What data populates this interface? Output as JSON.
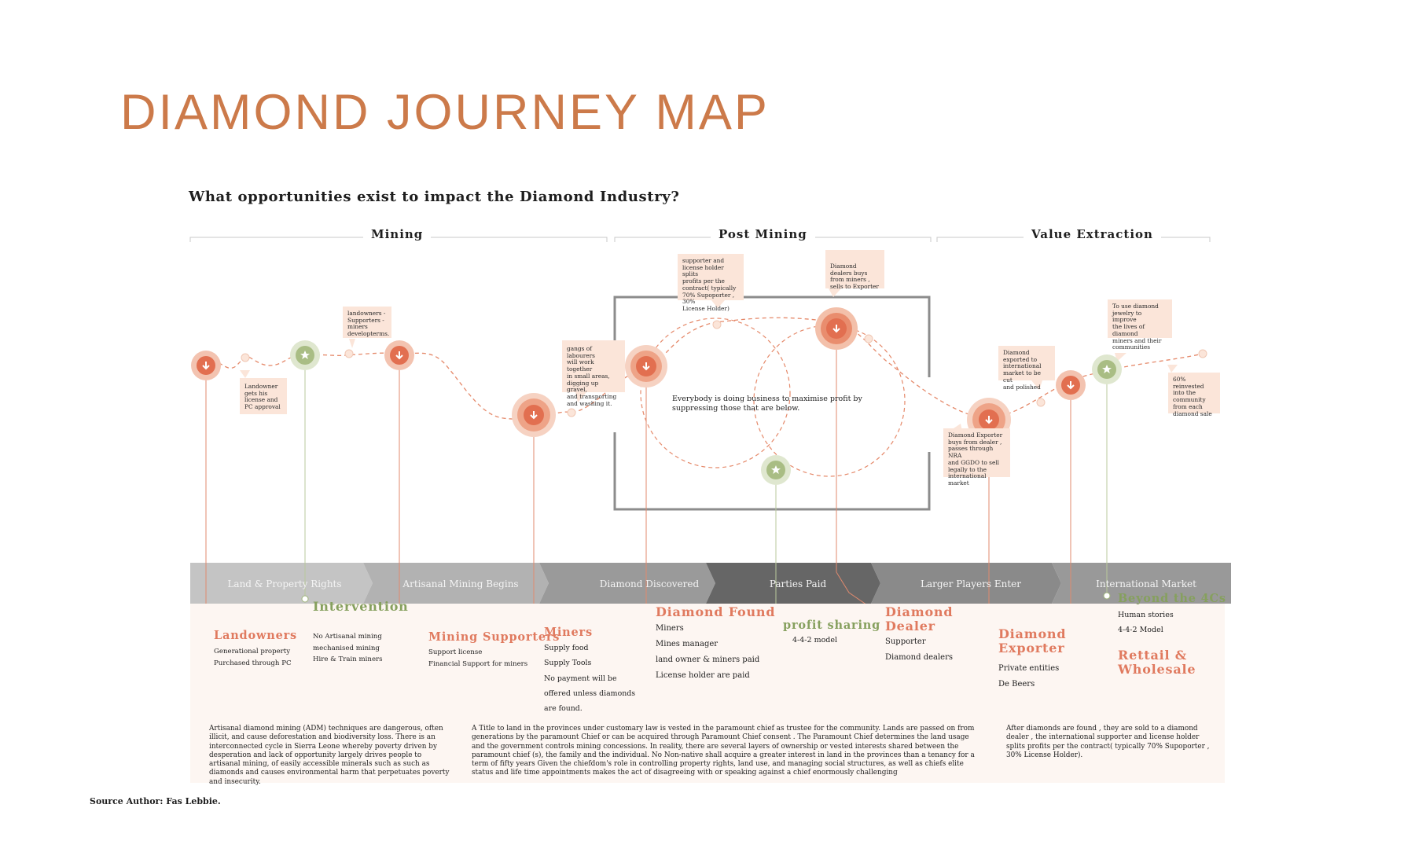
{
  "title": "DIAMOND JOURNEY MAP",
  "subtitle": "What opportunities exist to impact the Diamond Industry?",
  "sections": [
    "Mining",
    "Post Mining",
    "Value Extraction"
  ],
  "colors": {
    "title": "#cc7a4a",
    "accent_orange": "#e07a5f",
    "accent_green": "#86a05e",
    "note_background": "#fbe5d9",
    "band_background": "#fdf6f2",
    "stage_bar": "#8f8f8f"
  },
  "notes": [
    {
      "lines": [
        "landowners -",
        "Supporters -",
        "miners",
        "developterms."
      ]
    },
    {
      "lines": [
        "Landowner",
        "gets his",
        "license and",
        "PC approval"
      ]
    },
    {
      "lines": [
        "gangs of labourers",
        "will work together",
        "in small areas,",
        "digging up gravel,",
        "and transporting",
        "and washing it."
      ]
    },
    {
      "lines": [
        "supporter  and",
        "license holder splits",
        "profits per the",
        "contract( typically",
        "70% Supoporter , 30%",
        "License Holder)"
      ]
    },
    {
      "lines": [
        "Diamond",
        "dealers buys",
        "from miners ,",
        "sells to Exporter"
      ]
    },
    {
      "lines": [
        "Diamond Exporter",
        "buys from dealer ,",
        "passes through NRA",
        "and GGDO to sell",
        "legally to the",
        "international market"
      ]
    },
    {
      "lines": [
        "Diamond",
        "exported to",
        "international",
        "market to be cut",
        "and polished"
      ]
    },
    {
      "lines": [
        "To use diamond",
        "jewelry to improve",
        "the lives of diamond",
        "miners and their",
        "communities"
      ]
    },
    {
      "lines": [
        "60% reinvested",
        "into the",
        "community",
        "from each",
        "diamond sale"
      ]
    }
  ],
  "center_text": "Everybody is doing business to maximise profit by suppressing those that are below.",
  "stages": [
    "Land & Property Rights",
    "Artisanal Mining Begins",
    "Diamond Discovered",
    "Parties Paid",
    "Larger Players Enter",
    "International Market"
  ],
  "actors": [
    {
      "name": "Landowners",
      "items": [
        "Generational property",
        "Purchased through PC"
      ]
    },
    {
      "name": "Intervention",
      "items": [
        "No Artisanal mining",
        "mechanised mining",
        "Hire & Train miners"
      ]
    },
    {
      "name": "Mining Supporters",
      "items": [
        "Support license",
        "Financial Support for miners"
      ]
    },
    {
      "name": "Miners",
      "items": [
        "Supply food",
        "Supply Tools",
        "No payment will be",
        "offered unless diamonds",
        "are found."
      ]
    },
    {
      "name": "Diamond Found",
      "items": [
        "Miners",
        "Mines manager",
        "land owner & miners paid",
        "License holder are paid"
      ]
    },
    {
      "name": "profit sharing",
      "items": [
        "4-4-2 model"
      ]
    },
    {
      "name_lines": [
        "Diamond",
        "Dealer"
      ],
      "items": [
        "Supporter",
        "Diamond dealers"
      ]
    },
    {
      "name_lines": [
        "Diamond",
        "Exporter"
      ],
      "items": [
        "Private entities",
        "De Beers"
      ]
    },
    {
      "name": "Beyond the 4Cs",
      "items": [
        "Human stories",
        "4-4-2 Model"
      ]
    },
    {
      "name_lines": [
        "Rettail &",
        "Wholesale"
      ]
    }
  ],
  "paragraphs": [
    "Artisanal diamond mining (ADM) techniques are dangerous, often illicit, and cause deforestation and biodiversity loss. There is an interconnected cycle in Sierra Leone whereby poverty driven by desperation and lack of opportunity largely drives people to artisanal mining, of easily accessible minerals such as such as diamonds and causes environmental harm that perpetuates poverty and insecurity.",
    "A Title to land in the provinces under customary law is vested in the paramount chief as trustee for the community.   Lands are passed on from generations by the paramount Chief or can be acquired through Paramount  Chief consent . The Paramount  Chief determines the land usage and the  government controls mining concessions. In reality, there are several layers of ownership or vested interests shared between the paramount chief (s), the family and the individual. No Non-native shall acquire a greater interest in land in the provinces than a tenancy for a term of fifty years Given the chiefdom's role in controlling property rights, land use, and managing social structures, as well as chiefs elite status and life time appointments makes the act of disagreeing with or speaking against a chief enormously challenging",
    "After diamonds are found , they are sold to a diamond dealer , the international supporter  and license holder splits profits per the contract( typically 70% Supoporter , 30% License Holder)."
  ],
  "source": "Source Author: Fas Lebbie."
}
